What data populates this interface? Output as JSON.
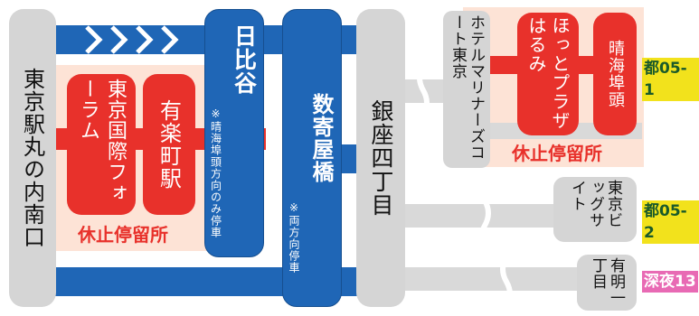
{
  "stops": {
    "tokyo_marunouchi_south": "東京駅丸の内南口",
    "tokyo_forum": "東京国際フォーラム",
    "yurakucho": "有楽町駅",
    "hibiya": "日比谷",
    "hibiya_note": "※晴海埠頭方向のみ停車",
    "sukiyabashi": "数寄屋橋",
    "sukiyabashi_note": "※両方向停車",
    "ginza_4chome": "銀座四丁目",
    "hotel_marinas": "ホテルマリナーズコート東京",
    "hotto_plaza": "ほっとプラザはるみ",
    "harumi_pier": "晴海埠頭",
    "big_sight": "東京ビッグサイト",
    "ariake_1chome": "有明一丁目"
  },
  "suspended_labels": [
    "休止停留所",
    "休止停留所"
  ],
  "routes": [
    {
      "name": "都05-1",
      "color": "#f2e21c"
    },
    {
      "name": "都05-2",
      "color": "#f2e21c"
    },
    {
      "name": "深夜13",
      "color": "#e86ab4"
    }
  ],
  "colors": {
    "blue_route": "#1f66b6",
    "gray_route": "#d9d9d9",
    "suspended_stop": "#e8312b",
    "suspended_zone": "#fde3d6",
    "suspended_text": "#e8312b"
  }
}
